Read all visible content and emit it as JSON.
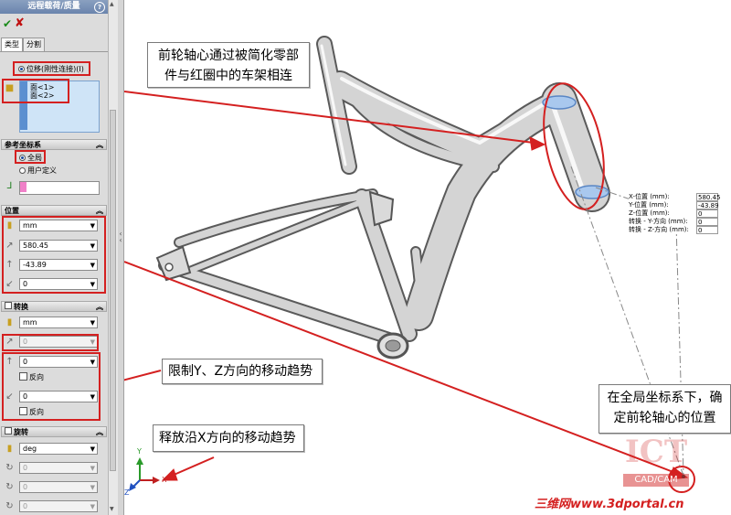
{
  "panel": {
    "title": "远程载荷/质量",
    "tabs": [
      "类型",
      "分割"
    ],
    "connection_option": "位移(刚性连接)(I)",
    "faces": [
      "面<1>",
      "面<2>"
    ],
    "reference": {
      "header": "参考坐标系",
      "options": [
        "全局",
        "用户定义"
      ]
    },
    "location": {
      "header": "位置",
      "unit": "mm",
      "x": "580.45",
      "y": "-43.89",
      "z": "0"
    },
    "translation": {
      "header": "转换",
      "unit": "mm",
      "x": "0",
      "y": "0",
      "reverse_y": "反向",
      "z": "0",
      "reverse_z": "反向"
    },
    "rotation": {
      "header": "旋转",
      "unit": "deg",
      "x": "0",
      "y": "0",
      "z": "0"
    }
  },
  "callouts": {
    "top": [
      "前轮轴心通过被简化零部",
      "件与红圈中的车架相连"
    ],
    "middle": "限制Y、Z方向的移动趋势",
    "bottom": "释放沿X方向的移动趋势",
    "right": [
      "在全局坐标系下，确",
      "定前轮轴心的位置"
    ]
  },
  "readout": [
    {
      "label": "X-位置 (mm):",
      "value": "580.45"
    },
    {
      "label": "Y-位置 (mm):",
      "value": "-43.89"
    },
    {
      "label": "Z-位置 (mm):",
      "value": "0"
    },
    {
      "label": "转换 - Y-方向 (mm):",
      "value": "0"
    },
    {
      "label": "转换 - Z-方向 (mm):",
      "value": "0"
    }
  ],
  "triad": {
    "x": "X",
    "y": "Y",
    "z": "Z"
  },
  "watermark": {
    "logo": "ICT",
    "logo_sub": "CAD/CAM",
    "site": "三维网www.3dportal.cn"
  },
  "colors": {
    "annotation_red": "#d42020",
    "accent_blue": "#2050a0",
    "frame_grey": "#b8b8b8"
  }
}
